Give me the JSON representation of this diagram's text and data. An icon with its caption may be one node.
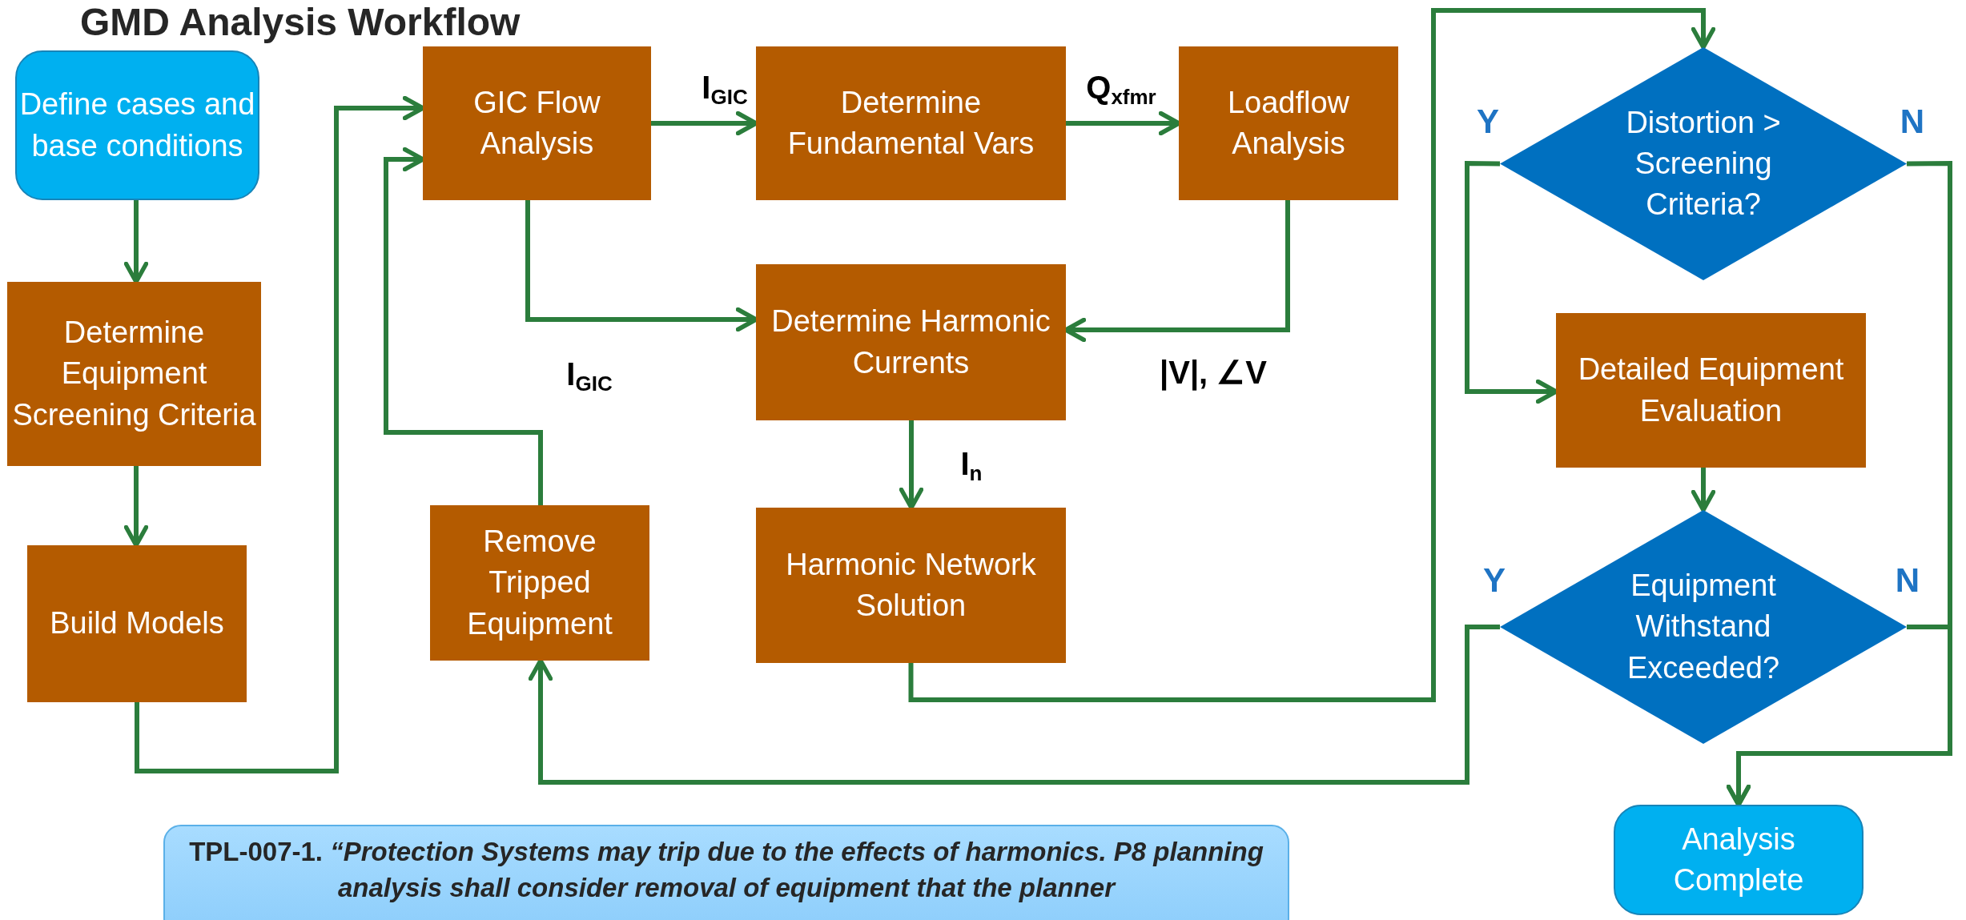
{
  "diagram": {
    "title": "GMD Analysis Workflow",
    "nodes": [
      {
        "text": [
          "Define cases and base conditions"
        ]
      },
      {
        "text": [
          "Determine Equipment Screening Criteria"
        ]
      },
      {
        "text": [
          "Build Models"
        ]
      },
      {
        "text": [
          "GIC Flow Analysis"
        ]
      },
      {
        "text": [
          "Determine Fundamental Vars"
        ]
      },
      {
        "text": [
          "Loadflow Analysis"
        ]
      },
      {
        "text": [
          "Determine Harmonic Currents"
        ]
      },
      {
        "text": [
          "Remove Tripped Equipment"
        ]
      },
      {
        "text": [
          "Harmonic Network Solution"
        ]
      },
      {
        "text": [
          "Distortion > Screening Criteria?"
        ]
      },
      {
        "text": [
          "Detailed Equipment Evaluation"
        ]
      },
      {
        "text": [
          "Equipment Withstand Exceeded?"
        ]
      },
      {
        "text": [
          "Analysis Complete"
        ]
      },
      {
        "text": [
          "TPL-007-1. *“Protection Systems may trip due to the effects of harmonics. P8 planning analysis shall consider removal of equipment that the planner*"
        ]
      }
    ],
    "edges": [
      {
        "from": 0,
        "to": 1,
        "arrow": "to"
      },
      {
        "from": 1,
        "to": 2,
        "arrow": "to"
      },
      {
        "from": 2,
        "to": 3,
        "arrow": "to"
      },
      {
        "from": 3,
        "to": 4,
        "arrow": "to",
        "label": "I$_{GIC}$"
      },
      {
        "from": 4,
        "to": 5,
        "arrow": "to",
        "label": "Q$_{xfmr}$"
      },
      {
        "from": 3,
        "to": 6,
        "arrow": "to",
        "label": "I$_{GIC}$"
      },
      {
        "from": 5,
        "to": 6,
        "arrow": "to",
        "label": "|V|, ∠V"
      },
      {
        "from": 6,
        "to": 8,
        "arrow": "to",
        "label": "I$_{n}$"
      },
      {
        "from": 7,
        "to": 3,
        "arrow": "to"
      },
      {
        "from": 8,
        "to": 9,
        "arrow": "to"
      },
      {
        "from": 9,
        "to": 10,
        "arrow": "to",
        "label": "Y"
      },
      {
        "from": 9,
        "to": 12,
        "arrow": "to",
        "label": "N"
      },
      {
        "from": 10,
        "to": 11,
        "arrow": "to"
      },
      {
        "from": 11,
        "to": 7,
        "arrow": "to",
        "label": "Y"
      },
      {
        "from": 11,
        "to": 12,
        "arrow": "to",
        "label": "N"
      }
    ]
  }
}
